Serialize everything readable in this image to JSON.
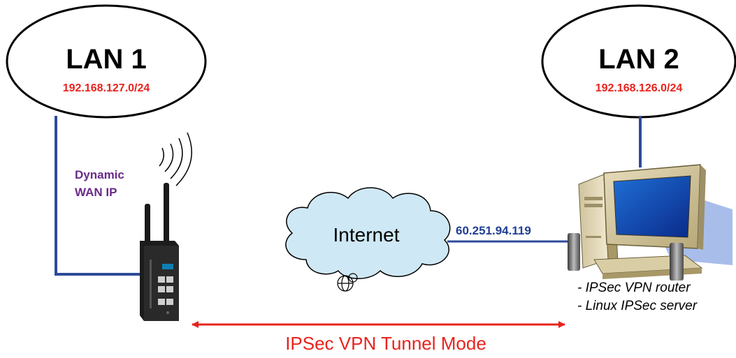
{
  "lan1": {
    "name": "LAN 1",
    "subnet": "192.168.127.0/24"
  },
  "lan2": {
    "name": "LAN 2",
    "subnet": "192.168.126.0/24"
  },
  "router": {
    "wan_label_line1": "Dynamic",
    "wan_label_line2": "WAN IP"
  },
  "internet": {
    "label": "Internet"
  },
  "server": {
    "ip": "60.251.94.119",
    "role1": "- IPSec VPN router",
    "role2": "- Linux IPSec server"
  },
  "tunnel": {
    "label": "IPSec VPN Tunnel Mode"
  },
  "colors": {
    "link": "#2e4a9a",
    "subnet": "#e8231d",
    "wan": "#6a2a8a",
    "tunnel": "#e8231d",
    "ip": "#1f3f95",
    "cloud_fill": "#cfe8f5"
  }
}
